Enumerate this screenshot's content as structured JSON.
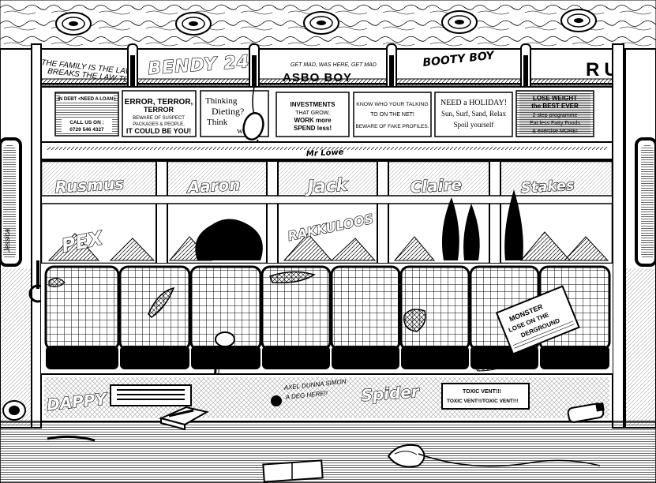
{
  "graffiti_top": {
    "left_line1": "THE FAMILY IS THE LAW",
    "left_line2": "BREAKS THE LAW TOO",
    "tag1": "BENDY 24",
    "asbo_small": "GET MAD, WAS HERE, GET MAD",
    "asbo": "ASBO BOY",
    "tag3": "BOOTY BOY",
    "right": "RUD"
  },
  "ads": {
    "debt_1": "IN DEBT <NEED A LOAN>",
    "debt_2": "CALL US ON :",
    "debt_3": "0729 546 4327",
    "terror_1": "ERROR, TERROR,",
    "terror_2": "TERROR",
    "terror_3": "BEWARE OF SUSPECT",
    "terror_4": "PACKAGES & PEOPLE,",
    "terror_5": "IT COULD BE YOU!",
    "think_1": "Thinking",
    "think_2": "Dieting?",
    "think_3": "Think",
    "think_4": "wi",
    "invest_1": "INVESTMENTS",
    "invest_2": "THAT GROW,",
    "invest_3": "WORK more",
    "invest_4": "SPEND less!",
    "net_1": "KNOW WHO YOUR TALKING",
    "net_2": "TO ON THE NET!",
    "net_3": "BEWARE OF FAKE PROFILES.",
    "holiday_1": "NEED a HOLIDAY!",
    "holiday_2": "Sun, Surf, Sand, Relax",
    "holiday_3": "Spoil yourself",
    "weight_1": "LOSE WEIGHT",
    "weight_2": "the BEST EVER",
    "weight_3": "2 step programme",
    "weight_4": "Eat less Fatty Foods",
    "weight_5": "& exercise MORE!"
  },
  "rail_tag": "Mr Lowe",
  "window_tags": [
    "Rusmus",
    "Aaron",
    "Jack",
    "Claire",
    "Stakes"
  ],
  "window_low_tags": [
    "PEX",
    "RAKKULOOS"
  ],
  "newspaper_1": "MONSTER",
  "newspaper_2": "LOSE ON THE",
  "newspaper_3": "DERGROUND",
  "floor_tags": {
    "left": "DAPPY",
    "scrawl_1": "AXEL DUNNA SIMON",
    "scrawl_2": "A DEG HERE!!",
    "middle": "Spider",
    "toxic_1": "TOXIC VENT!!!",
    "toxic_2": "TOXIC VENT!!/TOXIC VENT!!!"
  },
  "left_door_tag": "Jessica"
}
